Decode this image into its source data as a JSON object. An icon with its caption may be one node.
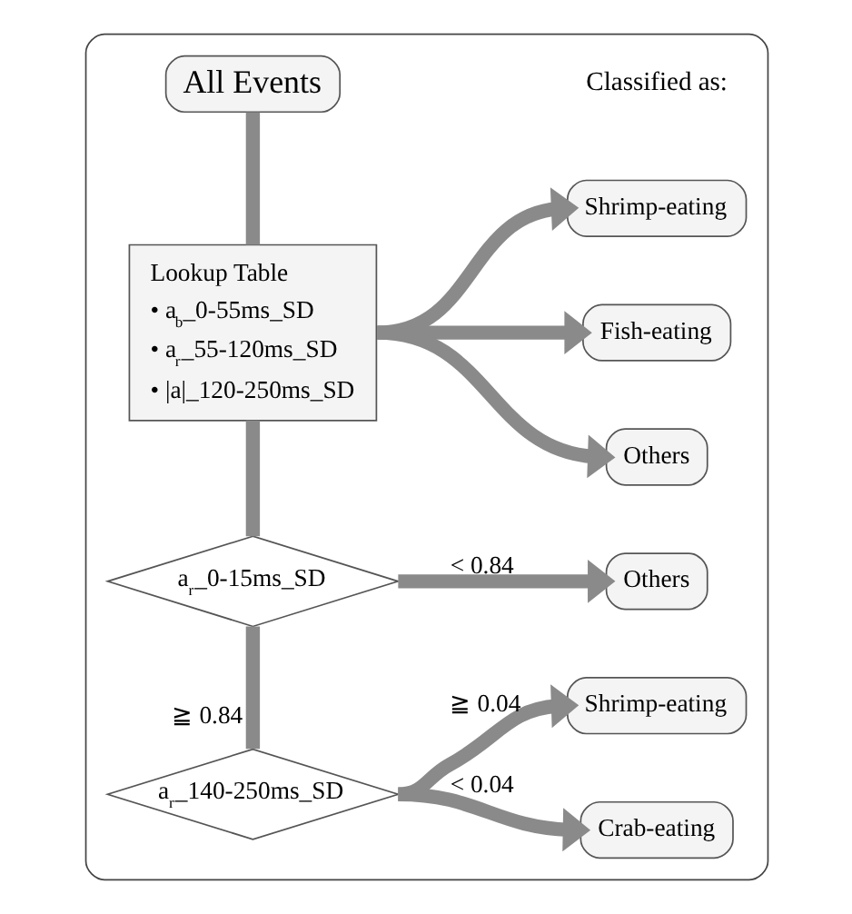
{
  "diagram": {
    "nodes": [
      {
        "text": [],
        "shape": "box"
      },
      {
        "text": [
          "All Events"
        ],
        "in": 0
      },
      {
        "text": [
          "Lookup Table",
          "• a$_{b}$_0-55ms_SD",
          "• a$_{r}$_55-120ms_SD",
          "• |a|_120-250ms_SD"
        ],
        "in": 0
      },
      {
        "text": [
          "Shrimp-eating"
        ],
        "in": 0
      },
      {
        "text": [
          "Fish-eating"
        ],
        "in": 0
      },
      {
        "text": [
          "Others"
        ],
        "in": 0
      },
      {
        "text": [
          "a$_{r}$_0-15ms_SD"
        ],
        "in": 0
      },
      {
        "text": [
          "Others"
        ],
        "in": 0
      },
      {
        "text": [
          "a$_{r}$_140-250ms_SD"
        ],
        "in": 0
      },
      {
        "text": [
          "Shrimp-eating"
        ],
        "in": 0
      },
      {
        "text": [
          "Crab-eating"
        ],
        "in": 0
      }
    ],
    "edges": [
      {
        "from": 1,
        "to": 2,
        "arrow": "none"
      },
      {
        "from": 2,
        "to": 3,
        "arrow": "to"
      },
      {
        "from": 2,
        "to": 4,
        "arrow": "to"
      },
      {
        "from": 2,
        "to": 5,
        "arrow": "to"
      },
      {
        "from": 2,
        "to": 6,
        "arrow": "none"
      },
      {
        "from": 6,
        "to": 7,
        "arrow": "to",
        "label": "< 0.84"
      },
      {
        "from": 6,
        "to": 8,
        "arrow": "none",
        "label": "≧ 0.84"
      },
      {
        "from": 8,
        "to": 9,
        "arrow": "to",
        "label": "≧ 0.04"
      },
      {
        "from": 8,
        "to": 10,
        "arrow": "to",
        "label": "< 0.04"
      }
    ],
    "labels": [
      "Classified as:"
    ]
  }
}
